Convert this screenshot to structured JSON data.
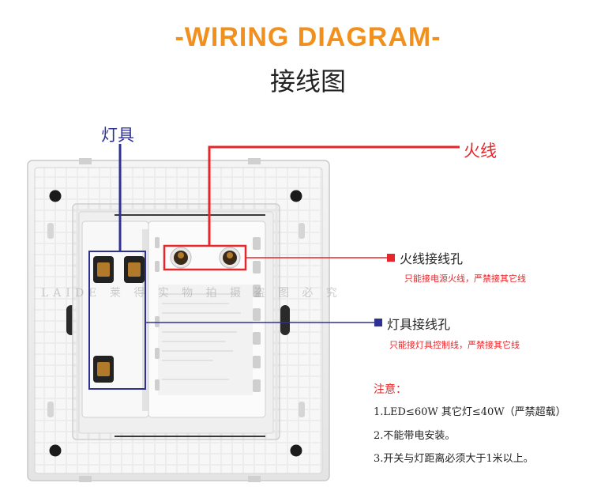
{
  "header": {
    "title": "-WIRING DIAGRAM-",
    "subtitle": "接线图"
  },
  "labels": {
    "fixture": "灯具",
    "live_wire": "火线",
    "live_terminal": "火线接线孔",
    "live_terminal_note": "只能接电源火线，严禁接其它线",
    "lamp_terminal": "灯具接线孔",
    "lamp_terminal_note": "只能接灯具控制线，严禁接其它线"
  },
  "notes": {
    "title": "注意：",
    "items": [
      "1.LED≤60W 其它灯≤40W（严禁超载）",
      "2.不能带电安装。",
      "3.开关与灯距离必须大于1米以上。"
    ]
  },
  "watermark": "LAIDE 莱 得 实 物 拍 摄 盗 图 必 究",
  "colors": {
    "title": "#f2901e",
    "live": "#e8262a",
    "lamp": "#2e3192"
  }
}
